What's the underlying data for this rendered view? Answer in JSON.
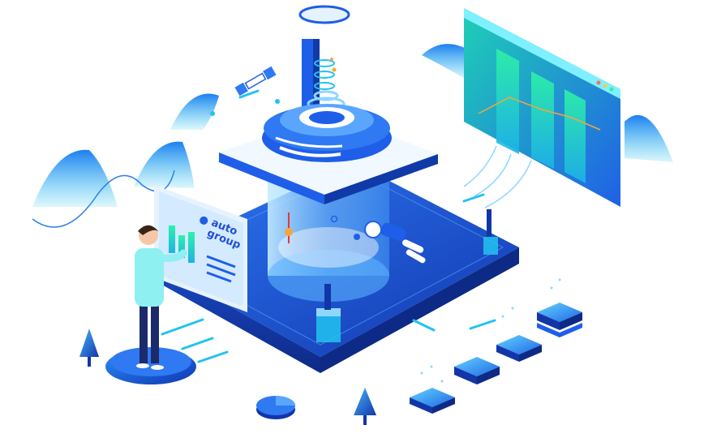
{
  "logo": {
    "line1": "auto",
    "line2": "group"
  },
  "colors": {
    "primary_blue": "#1f5ee8",
    "deep_blue": "#1236a8",
    "cyan": "#22c3f0",
    "teal_green": "#2fe0a8",
    "light_blue": "#8fd6ff",
    "person_shirt": "#8ef0f0",
    "person_pants": "#1c2a6b"
  },
  "icons": [
    "person-figure",
    "astronaut-figure",
    "satellite-icon",
    "pie-chart-icon",
    "tree-icon",
    "server-stack-icon",
    "browser-window-icon"
  ]
}
